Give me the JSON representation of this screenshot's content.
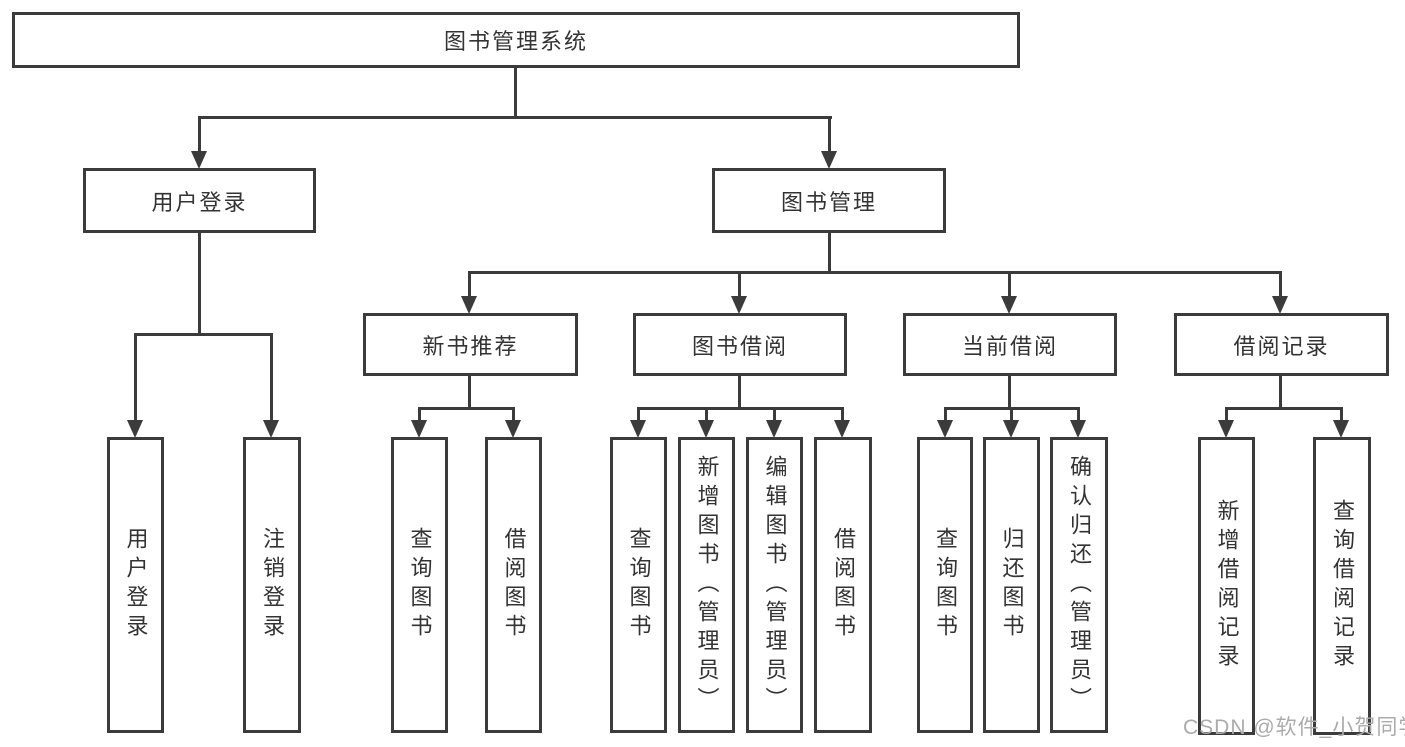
{
  "diagram": {
    "title": "图书管理系统",
    "root": {
      "label": "图书管理系统"
    },
    "level1": {
      "user_login": {
        "label": "用户登录"
      },
      "book_mgmt": {
        "label": "图书管理"
      }
    },
    "level2": {
      "new_books": {
        "label": "新书推荐"
      },
      "borrow": {
        "label": "图书借阅"
      },
      "current": {
        "label": "当前借阅"
      },
      "records": {
        "label": "借阅记录"
      }
    },
    "leaves": {
      "login": {
        "label": "用户登录"
      },
      "logout": {
        "label": "注销登录"
      },
      "nb_query": {
        "label": "查询图书"
      },
      "nb_borrow": {
        "label": "借阅图书"
      },
      "bb_query": {
        "label": "查询图书"
      },
      "bb_add": {
        "label": "新增图书（管理员）"
      },
      "bb_edit": {
        "label": "编辑图书（管理员）"
      },
      "bb_borrow": {
        "label": "借阅图书"
      },
      "cb_query": {
        "label": "查询图书"
      },
      "cb_return": {
        "label": "归还图书"
      },
      "cb_confirm": {
        "label": "确认归还（管理员）"
      },
      "br_add": {
        "label": "新增借阅记录"
      },
      "br_query": {
        "label": "查询借阅记录"
      }
    },
    "watermark": "CSDN @软件_小贺同学",
    "colors": {
      "line": "#3b3b3b",
      "text": "#333333",
      "watermark": "#ababab",
      "background": "#ffffff"
    }
  }
}
